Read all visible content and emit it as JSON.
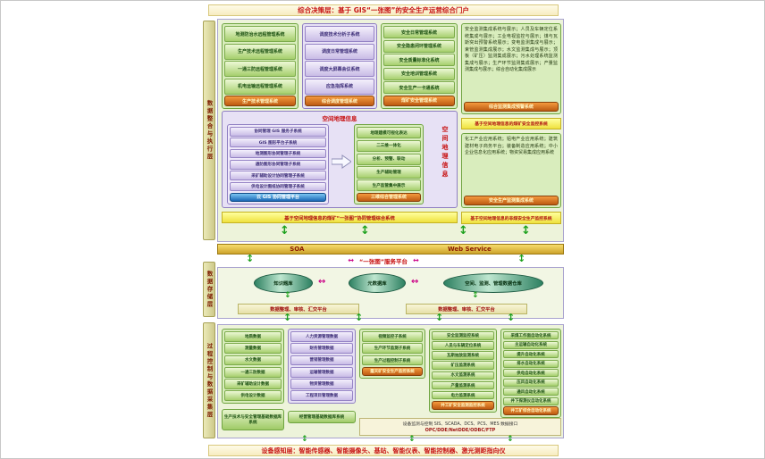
{
  "top_banner": "综合决策层：基于 GIS“一张图”的安全生产运营综合门户",
  "bottom_banner": "设备感知层：智能传感器、智能摄像头、基站、智能仪表、智能控制器、激光测距指向仪",
  "layer_labels": {
    "integration": "数据整合与执行层",
    "storage": "数据存储层",
    "process": "过程控制与数据采集层"
  },
  "icons": {
    "v_arrow": "↕",
    "h_arrow": "↔",
    "flow_arrow": "flow-arrow"
  },
  "colors": {
    "banner_text": "#c71414",
    "accent_orange": "#bd5a12",
    "accent_yellow": "#efe13e",
    "panel_green": "#d9edbd",
    "panel_lavender": "#e7e1f5",
    "cylinder_green": "#2e8162",
    "arrow_green": "#1da11d",
    "arrow_magenta": "#cc0a8a"
  },
  "integration": {
    "production_panel": {
      "items": [
        "地测防治水远程管理系统",
        "生产技术远程管理系统",
        "一通三防远程管理系统",
        "机电运输远程管理系统"
      ],
      "footer": "生产技术管理系统"
    },
    "dispatch_panel": {
      "items": [
        "调度技术分析子系统",
        "调度日常管理系统",
        "调度大屏幕会议系统",
        "应急指挥系统"
      ],
      "footer": "综合调度管理系统"
    },
    "safety_panel": {
      "items": [
        "安全日常管理系统",
        "安全隐患闭环管理系统",
        "安全质量标准化系统",
        "安全培训管理系统",
        "安全生产一卡通系统"
      ],
      "footer": "煤矿安全管理系统"
    },
    "monitoring_panel": {
      "text": "安全监测集成系统与展示；人员及车辆定位系统集成与展示；工业电视监控与展示；煤与瓦斯突出预警系统展示；变电监测集成与展示；束管监测集成展示；水文监测集成与展示；顶板（矿压）监测集成展示；污水处理系统监测集成与展示；生产环节监测集成展示；产量监测集成与展示；综合自动化集成展示",
      "footer": "综合监测集成预警系统",
      "bar": "基于空间地理信息的煤矿安全监控系统"
    },
    "industry_panel": {
      "text": "化工产业应用系统；铝电产业应用系统；建筑建材电子商务平台；装备制造应用系统；中小企业信息化应用系统；物资贸易集成应用系统",
      "footer": "安全生产监测集成系统",
      "bar": "基于空间地理信息的非煤安全生产监控系统"
    },
    "gis_panel": {
      "title": "空间地理信息",
      "left_items": [
        "协同管理 GIS 服务子系统",
        "GIS 图形平台子系统",
        "地测图形协同管理子系统",
        "通防图形协同管理子系统",
        "采矿辅助设计协同管理子系统",
        "供电设计图纸协同管理子系统"
      ],
      "left_footer": "云 GIS 协同管理平台",
      "right_items": [
        "地理建模可视化表达",
        "二三维一体化",
        "分析、预警、联动",
        "生产辅助管理",
        "生产监管集中展示"
      ],
      "right_footer": "三维综合管理系统",
      "side_label": "空间地理信息",
      "bar": "基于空间地理信息的煤矿“一张图”协同管理综合系统"
    }
  },
  "service_bus": {
    "left": "SOA",
    "right": "Web Service",
    "platform": "“一张图”服务平台"
  },
  "storage": {
    "cylinders": [
      "知识题库",
      "元数据库",
      "空间、监测、管理数据仓库"
    ],
    "left_bar": "数据整理、审核、汇交平台",
    "right_bar": "数据整理、审核、汇交平台"
  },
  "process": {
    "tech_panel": {
      "items": [
        "地质数据",
        "测量数据",
        "水文数据",
        "一通三防数据",
        "采矿辅助设计数据",
        "供电设计数据"
      ],
      "footer": "生产技术与安全管理基础数据库系统"
    },
    "mgmt_panel": {
      "items": [
        "人力资源管理数据",
        "财务管理数据",
        "营销管理数据",
        "运输管理数据",
        "物资管理数据",
        "工程项目管理数据"
      ],
      "footer": "经营管理基础数据库系统"
    },
    "video_panel": {
      "items": [
        "视频监控子系统",
        "生产环节监测子系统",
        "生产过程控制子系统"
      ],
      "footer": "露天矿安全生产监控系统"
    },
    "mine_monitor_panel": {
      "items": [
        "安全监测监控系统",
        "人员与车辆定位系统",
        "瓦斯抽放监测系统",
        "矿压监测系统",
        "水文监测系统",
        "产量监测系统",
        "电力监测系统"
      ],
      "footer": "井工矿安全监测监控系统"
    },
    "automation_panel": {
      "items": [
        "采煤工作面自动化系统",
        "主运输自动化系统",
        "提升自动化系统",
        "排水自动化系统",
        "供电自动化系统",
        "压风自动化系统",
        "通风自动化系统",
        "井下探测仪自动化系统"
      ],
      "footer": "井工矿综合自动化系统"
    },
    "interface_bar": {
      "line1": "设备监测与控制 SIS、SCADA、DCS、PCS、MES 数据接口",
      "line2": "OPC/DDE/NetDDE/ODBC/FTP"
    }
  }
}
